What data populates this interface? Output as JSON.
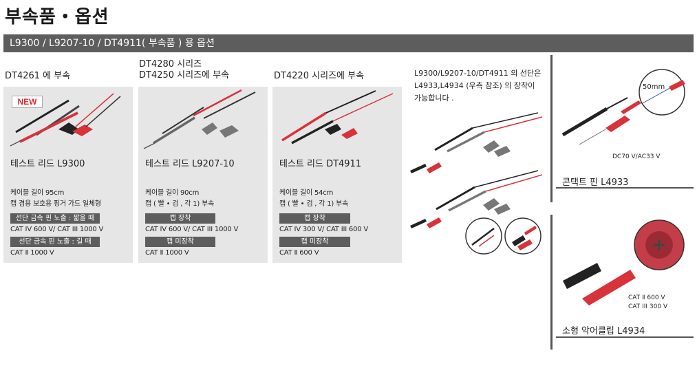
{
  "page_title": "부속품・옵션",
  "section_bar": "L9300 / L9207-10 / DT4911( 부속품 ) 용 옵션",
  "col1": {
    "heading": "DT4261 에 부속",
    "badge": "NEW",
    "product": "테스트 리드 L9300",
    "spec1": "케이블 길이 95cm",
    "spec2": "캡 겸용 보호용 핑거 가드 일체형",
    "tag1": "선단 금속 핀 노출 : 짧을 때",
    "spec3": "CAT IV 600 V/ CAT III 1000 V",
    "tag2": "선단 금속 핀 노출 : 길 때",
    "spec4": "CAT Ⅱ 1000 V"
  },
  "col2": {
    "heading1": "DT4280 시리즈",
    "heading2": "DT4250 시리즈에 부속",
    "product": "테스트 리드 L9207-10",
    "spec1": "케이블 길이 90cm",
    "spec2": "캡 ( 빨 • 검 , 각 1) 부속",
    "tag1": "캡 장착",
    "spec3": "CAT IV 600 V/ CAT III 1000 V",
    "tag2": "캡 미장착",
    "spec4": "CAT Ⅱ 1000 V"
  },
  "col3": {
    "heading": "DT4220 시리즈에 부속",
    "product": "테스트 리드 DT4911",
    "spec1": "케이블 길이 54cm",
    "spec2": "캡 ( 빨 • 검 , 각 1) 부속",
    "tag1": "캡 장착",
    "spec3": "CAT IV 300 V/ CAT III 600 V",
    "tag2": "캡 미장착",
    "spec4": "CAT Ⅱ 600 V"
  },
  "note": {
    "line1": "L9300/L9207-10/DT4911 의 선단은",
    "line2": "L4933,L4934 (우측 참조) 의 장착이",
    "line3": "가능합니다 ."
  },
  "acc1": {
    "dimension": "50mm",
    "rating": "DC70 V/AC33 V",
    "label": "콘택트 핀  L4933"
  },
  "acc2": {
    "rating1": "CAT Ⅱ 600 V",
    "rating2": "CAT III 300 V",
    "label": "소형 악어클립  L4934"
  },
  "colors": {
    "red": "#d8323a",
    "black": "#222222",
    "gray": "#7a7a7a",
    "bar": "#5d5d5d"
  }
}
